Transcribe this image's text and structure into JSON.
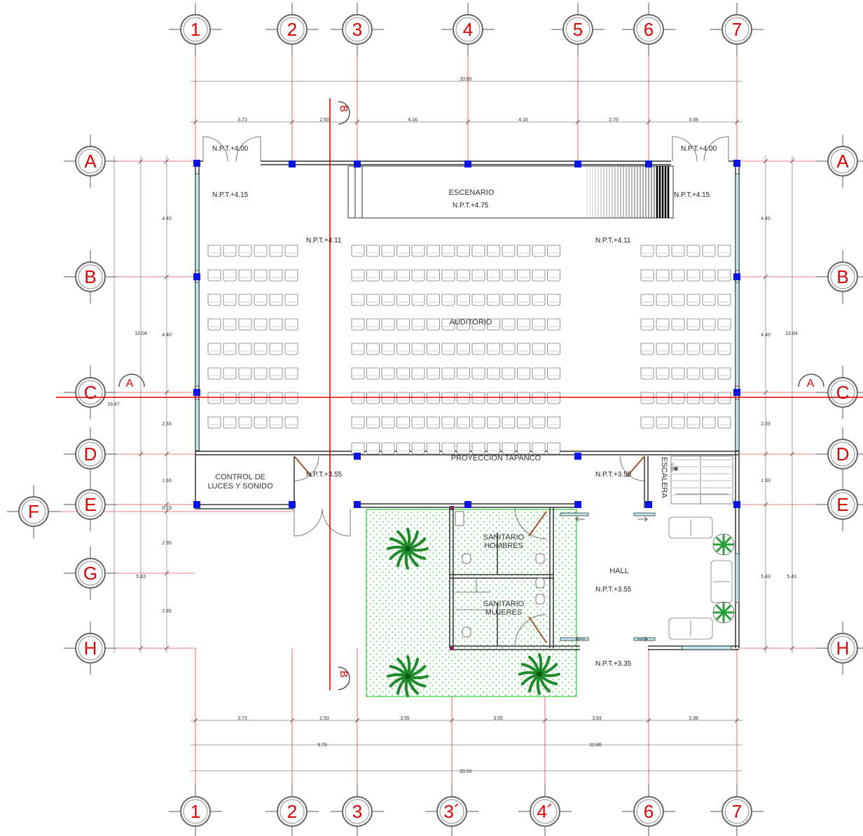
{
  "grid": {
    "columns_top": [
      "1",
      "2",
      "3",
      "4",
      "5",
      "6",
      "7"
    ],
    "columns_bottom": [
      "1",
      "2",
      "3",
      "3´",
      "4´",
      "6",
      "7"
    ],
    "rows_left": [
      "A",
      "B",
      "C",
      "D",
      "E",
      "G",
      "H"
    ],
    "rows_right": [
      "A",
      "B",
      "C",
      "D",
      "E",
      "H"
    ],
    "extra_row": "F"
  },
  "dimensions": {
    "top_total": "20.65",
    "top_segments": [
      "3.73",
      "2.50",
      "4.16",
      "4.16",
      "2.70",
      "3.38"
    ],
    "bottom_segments": [
      "3.73",
      "2.50",
      "3.55",
      "3.55",
      "3.93",
      "3.38"
    ],
    "bottom_sub": [
      "9.79",
      "10.86"
    ],
    "bottom_total": "20.65",
    "left_segments": [
      "4.40",
      "4.40",
      "2.33",
      "1.93",
      "0.23",
      "2.35",
      "2.85"
    ],
    "left_total_upper": "13.04",
    "left_total_all": "18.47",
    "left_lower": "5.43",
    "right_segments": [
      "4.40",
      "4.40",
      "2.33",
      "1.93",
      "5.43"
    ],
    "right_total_upper": "13.04",
    "right_lower": "5.43"
  },
  "sections": {
    "a": "A",
    "b": "B"
  },
  "rooms": {
    "stage": "ESCENARIO",
    "auditorium": "AUDITORIO",
    "projection": "PROYECCION TAPANCO",
    "control_1": "CONTROL DE",
    "control_2": "LUCES Y SONIDO",
    "stair": "ESCALERA",
    "stair_small": "SUBE",
    "men_1": "SANITARIO",
    "men_2": "HOMBRES",
    "women_1": "SANITARIO",
    "women_2": "MUJERES",
    "hall": "HALL"
  },
  "levels": {
    "entry_left": "N.P.T.+4.00",
    "entry_right": "N.P.T.+4.00",
    "hall_left": "N.P.T.+4.15",
    "hall_right": "N.P.T.+4.15",
    "stage": "N.P.T.+4.75",
    "aud_left": "N.P.T.+4.11",
    "aud_right": "N.P.T.+4.11",
    "control": "N.P.T.+3.55",
    "corridor": "N.P.T.+3.55",
    "hall": "N.P.T.+3.55",
    "exterior": "N.P.T.+3.35"
  },
  "colors": {
    "axis_red": "#e00000",
    "column_blue": "#0a14e6",
    "glass": "#bfe8f0",
    "garden": "#2ecc40"
  }
}
